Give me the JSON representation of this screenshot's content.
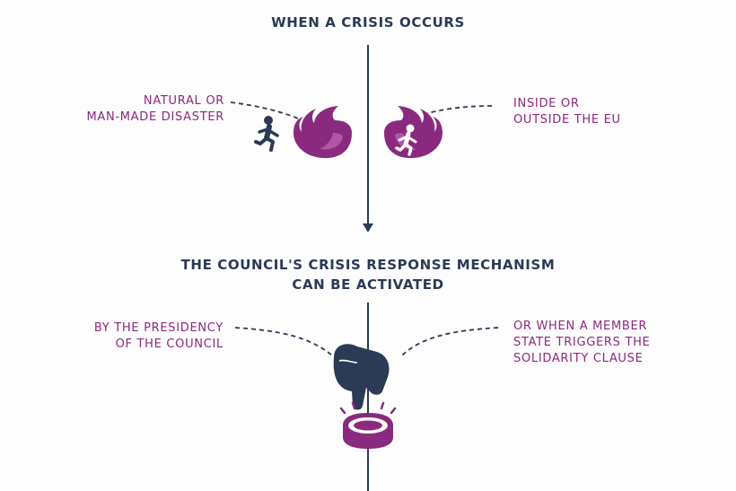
{
  "top": {
    "title": "WHEN A CRISIS OCCURS",
    "left_label": [
      "NATURAL OR",
      "MAN-MADE DISASTER"
    ],
    "right_label": [
      "INSIDE OR",
      "OUTSIDE THE EU"
    ]
  },
  "bottom": {
    "title": [
      "THE COUNCIL'S CRISIS RESPONSE MECHANISM",
      "CAN BE ACTIVATED"
    ],
    "left_label": [
      "BY THE PRESIDENCY",
      "OF THE COUNCIL"
    ],
    "right_label": [
      "OR WHEN A MEMBER",
      "STATE TRIGGERS THE",
      "SOLIDARITY CLAUSE"
    ]
  },
  "colors": {
    "navy": "#2b3a55",
    "purple": "#8a2a7e",
    "purple_light": "#b256a6"
  },
  "icons": [
    "flame-icon",
    "running-person-icon",
    "pointing-hand-icon",
    "button-icon"
  ]
}
